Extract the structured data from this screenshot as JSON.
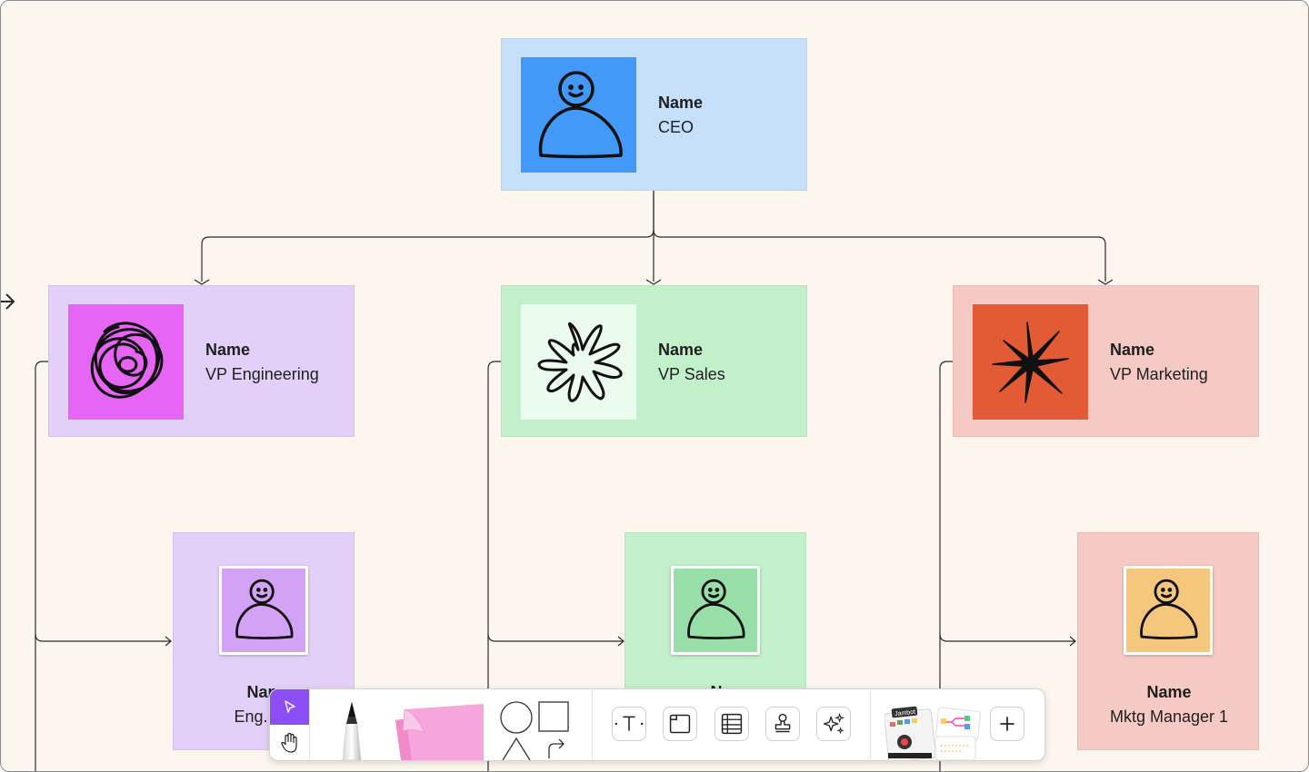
{
  "org_chart": {
    "ceo": {
      "name": "Name",
      "role": "CEO",
      "color": "#c6e0fa",
      "tile_color": "#4399f7"
    },
    "vps": [
      {
        "name": "Name",
        "role": "VP Engineering",
        "color": "#e2d0f8",
        "tile_color": "#e665f5"
      },
      {
        "name": "Name",
        "role": "VP Sales",
        "color": "#c2f0cb",
        "tile_color": "#ebfbee"
      },
      {
        "name": "Name",
        "role": "VP Marketing",
        "color": "#f5c9c4",
        "tile_color": "#e35b35"
      }
    ],
    "managers": [
      {
        "name": "Nam",
        "role": "Eng. Ma",
        "color": "#e2d0f8",
        "tile_color": "#d3a2f4"
      },
      {
        "name": "N",
        "role": "",
        "color": "#c2f0cb",
        "tile_color": "#98dea9"
      },
      {
        "name": "Name",
        "role": "Mktg Manager 1",
        "color": "#f5c9c4",
        "tile_color": "#f5c77d"
      }
    ]
  },
  "toolbar": {
    "tools": [
      {
        "name": "select",
        "icon": "cursor-icon"
      },
      {
        "name": "hand",
        "icon": "hand-icon"
      },
      {
        "name": "pen",
        "icon": "pen-icon"
      },
      {
        "name": "sticky note",
        "icon": "sticky-note-icon"
      },
      {
        "name": "shapes",
        "icon": "shapes-icon"
      },
      {
        "name": "text",
        "icon": "text-icon"
      },
      {
        "name": "section",
        "icon": "section-icon"
      },
      {
        "name": "table",
        "icon": "table-icon"
      },
      {
        "name": "stamp",
        "icon": "stamp-icon"
      },
      {
        "name": "ai",
        "icon": "sparkle-icon"
      },
      {
        "name": "jambot",
        "icon": "jambot-icon"
      },
      {
        "name": "templates",
        "icon": "templates-icon"
      },
      {
        "name": "more",
        "icon": "plus-icon"
      }
    ],
    "jambot_label": "Jambot",
    "accent": "#8e4ef5"
  }
}
